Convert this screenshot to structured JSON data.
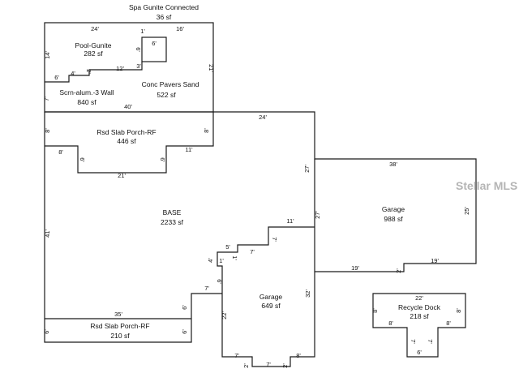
{
  "areas": {
    "spa": {
      "name": "Spa Gunite Connected",
      "area": "36 sf"
    },
    "pool": {
      "name": "Pool-Gunite",
      "area": "282 sf"
    },
    "pavers": {
      "name": "Conc Pavers Sand",
      "area": "522 sf"
    },
    "screen": {
      "name": "Scrn-alum.-3 Wall",
      "area": "840 sf"
    },
    "porch_top": {
      "name": "Rsd Slab Porch-RF",
      "area": "446 sf"
    },
    "base": {
      "name": "BASE",
      "area": "2233 sf"
    },
    "garage_right": {
      "name": "Garage",
      "area": "988 sf"
    },
    "garage_mid": {
      "name": "Garage",
      "area": "649 sf"
    },
    "porch_bottom": {
      "name": "Rsd Slab Porch-RF",
      "area": "210 sf"
    },
    "dock": {
      "name": "Recycle Dock",
      "area": "218 sf"
    }
  },
  "dims": {
    "d24a": "24'",
    "d1a": "1'",
    "d16": "16'",
    "d6a": "6'",
    "d14": "14'",
    "d6b": "6'",
    "d3": "3'",
    "d4": "4'",
    "d2a": "2'",
    "d12": "12'",
    "d21a": "21'",
    "d6c": "6'",
    "d7a": "7'",
    "d40": "40'",
    "d24b": "24'",
    "d8a": "8'",
    "d8b": "8'",
    "d8c": "8'",
    "d11a": "11'",
    "d6d": "6'",
    "d6e": "6'",
    "d21b": "21'",
    "d27a": "27'",
    "d38": "38'",
    "d27b": "27'",
    "d25": "25'",
    "d41": "41'",
    "d11b": "11'",
    "d7b": "7'",
    "d5": "5'",
    "d7c": "7'",
    "d1b": "1'",
    "d4b": "4'",
    "d1c": "1'",
    "d19a": "19'",
    "d2b": "2'",
    "d19b": "19'",
    "d6f": "6'",
    "d7d": "7'",
    "d32": "32'",
    "d35": "35'",
    "d6g": "6'",
    "d22a": "22'",
    "d6h": "6'",
    "d6i": "6'",
    "d7e": "7'",
    "d8d": "8'",
    "d2c": "2'",
    "d7f": "7'",
    "d2d": "2'",
    "d22b": "22'",
    "d8e": "8'",
    "d8f": "8'",
    "d8g": "8'",
    "d8h": "8'",
    "d7g": "7'",
    "d7h": "7'",
    "d6j": "6'"
  },
  "watermark": "Stellar MLS"
}
